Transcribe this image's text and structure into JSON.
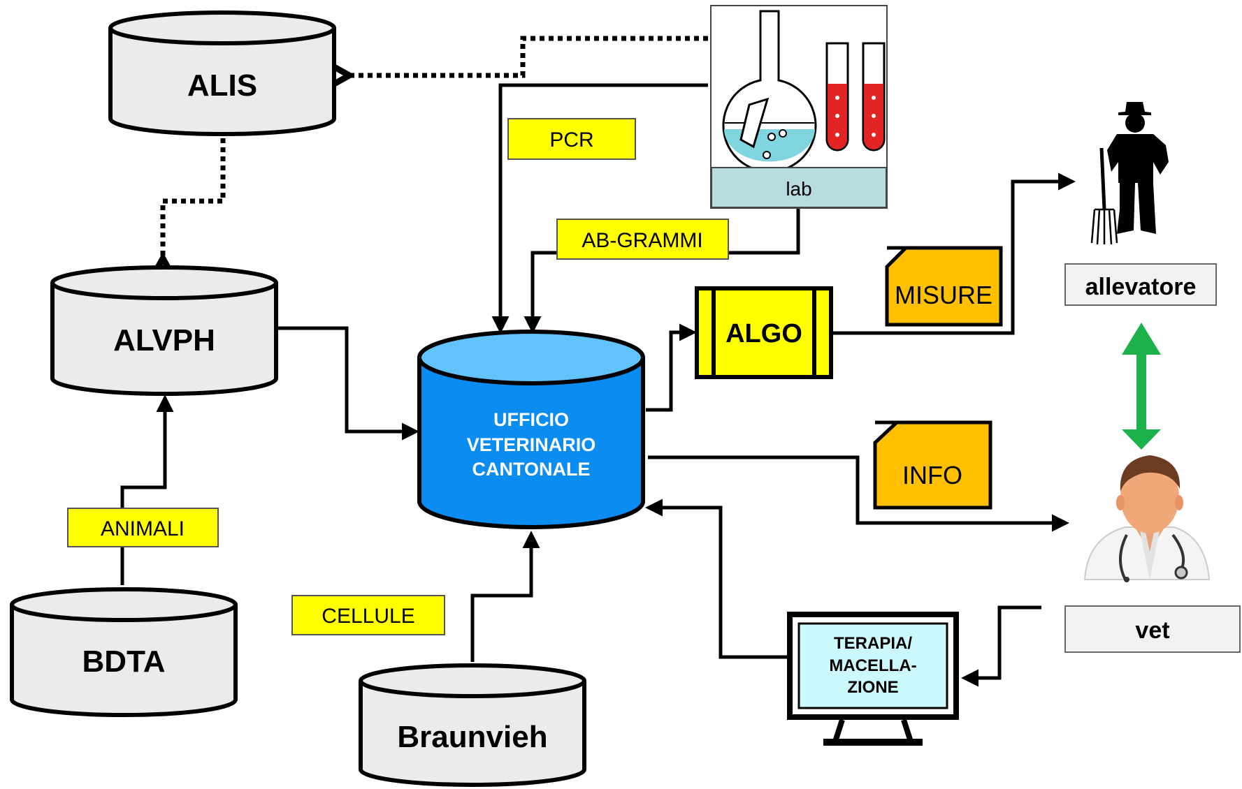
{
  "databases": {
    "alis": "ALIS",
    "alvph": "ALVPH",
    "bdta": "BDTA",
    "braunvieh": "Braunvieh",
    "ufficio": [
      "UFFICIO",
      "VETERINARIO",
      "CANTONALE"
    ]
  },
  "tags": {
    "pcr": "PCR",
    "abgrammi": "AB-GRAMMI",
    "animali": "ANIMALI",
    "cellule": "CELLULE"
  },
  "lab": {
    "label": "lab"
  },
  "algo": {
    "label": "ALGO"
  },
  "documents": {
    "misure": "MISURE",
    "info": "INFO"
  },
  "monitor": {
    "lines": [
      "TERAPIA/",
      "MACELLA-",
      "ZIONE"
    ]
  },
  "actors": {
    "allevatore": "allevatore",
    "vet": "vet"
  },
  "colors": {
    "db_gray": "#ebebeb",
    "db_blue": "#0a8cf0",
    "db_blue_top": "#62c3fa",
    "tag_yellow": "#ffff00",
    "doc_orange": "#ffc000",
    "algo_yellow": "#ffff00",
    "lab_base": "#b8dde1",
    "monitor_screen": "#ccf9fb",
    "double_arrow": "#1db14b",
    "tube_red": "#e32424",
    "flask_liquid": "#7fd4e0"
  }
}
